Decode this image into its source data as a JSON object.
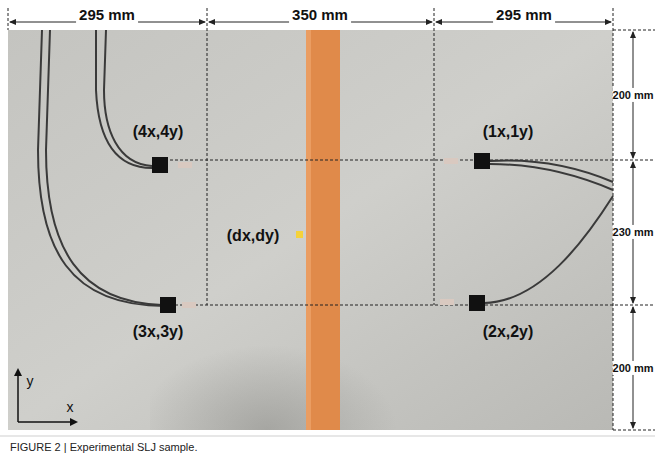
{
  "diagram": {
    "caption": "FIGURE 2 | Experimental SLJ sample.",
    "labels": [
      "295 mm",
      "350 mm",
      "295 mm",
      "200 mm",
      "(4x,4y)",
      "(1x,1y)",
      "230 mm",
      "(dx,dy)",
      "(3x,3y)",
      "(2x,2y)",
      "200 mm",
      "y",
      "x"
    ]
  }
}
